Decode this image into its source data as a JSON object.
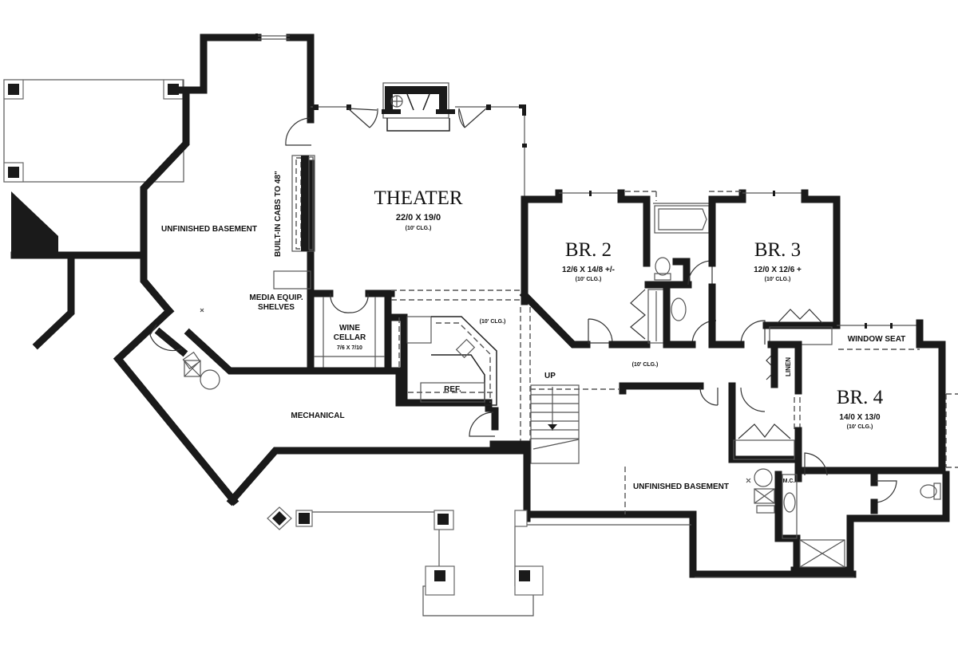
{
  "plan": {
    "rooms": {
      "theater": {
        "name": "THEATER",
        "dims": "22/0 X 19/0",
        "ceiling": "(10' CLG.)"
      },
      "br2": {
        "name": "BR. 2",
        "dims": "12/6 X 14/8 +/-",
        "ceiling": "(10' CLG.)"
      },
      "br3": {
        "name": "BR. 3",
        "dims": "12/0 X 12/6 +",
        "ceiling": "(10' CLG.)"
      },
      "br4": {
        "name": "BR. 4",
        "dims": "14/0 X 13/0",
        "ceiling": "(10' CLG.)"
      },
      "wine": {
        "name_line1": "WINE",
        "name_line2": "CELLAR",
        "dims": "7/6 X 7/10"
      },
      "unfinished_left": {
        "name": "UNFINISHED BASEMENT"
      },
      "unfinished_right": {
        "name": "UNFINISHED BASEMENT"
      },
      "mechanical": {
        "name": "MECHANICAL"
      }
    },
    "labels": {
      "built_in": "BUILT-IN CABS TO 48\"",
      "media_line1": "MEDIA EQUIP.",
      "media_line2": "SHELVES",
      "bar_ceiling": "(10' CLG.)",
      "hall_ceiling": "(10' CLG.)",
      "ref": "REF.",
      "up": "UP",
      "window_seat": "WINDOW SEAT",
      "linen": "LINEN",
      "mc": "M.C."
    },
    "colors": {
      "wall": "#1a1a1a",
      "line": "#555555",
      "background": "#ffffff"
    }
  }
}
